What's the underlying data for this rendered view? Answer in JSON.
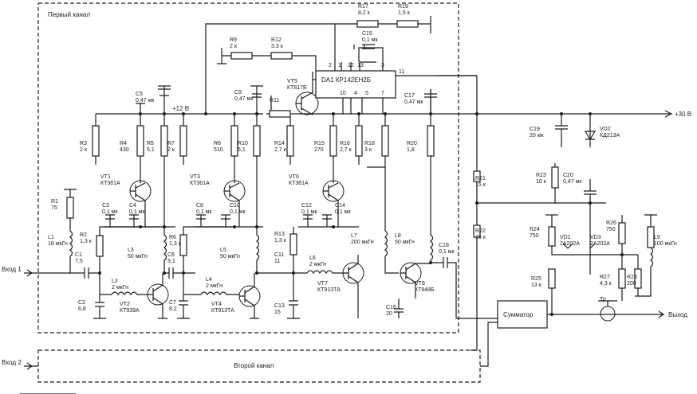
{
  "blocks": {
    "ch1": "Первый канал",
    "ch2": "Второй канал",
    "summator": "Сумматор",
    "ic": "DA1  КР142ЕН2Б"
  },
  "io": {
    "in1": "Вход 1",
    "in2": "Вход 2",
    "out": "Выход",
    "v12": "+12 В",
    "v30": "+30 В"
  },
  "pins": [
    "2",
    "1",
    "12",
    "13",
    "3",
    "11",
    "10",
    "4",
    "5",
    "7"
  ],
  "labels": {
    "R1": "R1\n75",
    "L1": "L1\n18 мкГн",
    "C1": "C1\n7,5",
    "R2": "R2\n1,3 к",
    "C2": "C2\n6,8",
    "L2": "L2\n2 мкГн",
    "VT2": "VT2\nКТ939А",
    "R3": "R3\n2 к",
    "R4": "R4\n430",
    "R5": "R5\n5,1",
    "VT1": "VT1\nКТ361А",
    "C3": "C3\n0,1 мк",
    "C4": "C4\n0,1 мк",
    "L3": "L3\n50 мкГн",
    "C5": "C5\n0,47 мк",
    "R7": "R7\n2 к",
    "R8": "R8\n510",
    "R10": "R10\n5,1",
    "VT3": "VT3\nКТ361А",
    "C8": "C8\n0,1 мк",
    "C10": "C10\n0,1 мк",
    "L5": "L5\n50 мкГн",
    "R6": "R6\n1,3 к",
    "C6": "C6\n9,1",
    "C7": "C7\n8,2",
    "L4": "L4\n2 мкГн",
    "VT4": "VT4\nКТ913ТА",
    "C9": "C9\n0,47 мк",
    "R9": "R9\n2 к",
    "R12": "R12\n3,3 к",
    "R11": "R11\n1",
    "VT5": "VT5\nКТ817Б",
    "R17": "R17\n8,2 к",
    "R19": "R19\n1,5 к",
    "C15": "C15\n0,1 мк",
    "R14": "R14\n2,7 к",
    "R15": "R15\n270",
    "R16": "R16\n2,7 к",
    "R18": "R18\n3 к",
    "VT6": "VT6\nКТ361А",
    "C12": "C12\n0,1 мк",
    "C14": "C14\n0,1 мк",
    "R13": "R13\n1,3 к",
    "C11": "C11\n11",
    "L6": "L6\n2 мкГн",
    "C13": "C13\n15",
    "VT7": "VT7\nКТ913ТА",
    "L7": "L7\n200 мкГн",
    "L8": "L8\n50 мкГн",
    "R20": "R20\n1,8",
    "VT8": "VT8\nКТ948Б",
    "C16": "C16\n20",
    "C17": "C17\n0,47 мк",
    "C18": "C18\n0,1 мк",
    "R21": "R21\n15 к",
    "R22": "R22\n15 к",
    "C19": "C19\n20 мк",
    "VD2": "VD2\nКД213А",
    "R23": "R23\n10 к",
    "C20": "C20\n0,47 мк",
    "R24": "R24\n750",
    "VD1": "VD1\n2А202А",
    "VD3": "VD3\n2А202А",
    "R26": "R26\n750",
    "L9": "L9\n100 мкГн",
    "R25": "R25\n13 к",
    "R27": "R27\n4,3 к",
    "R28": "R28\n200",
    "Tr": "Тр"
  }
}
